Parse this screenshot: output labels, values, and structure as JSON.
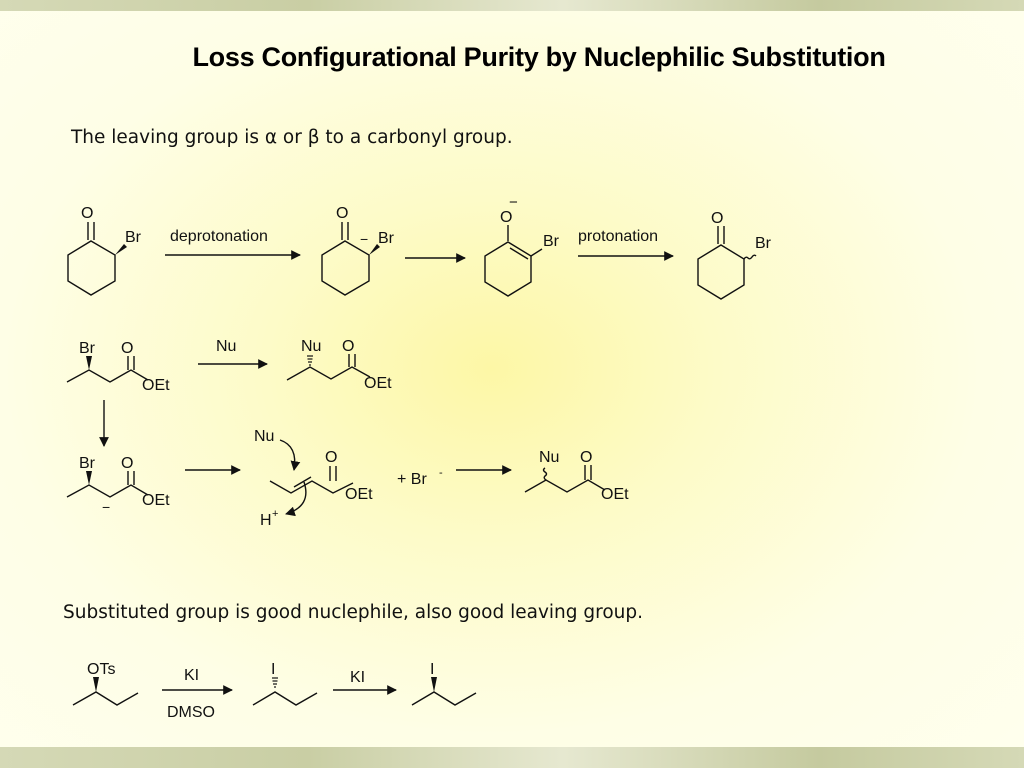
{
  "title": "Loss Configurational Purity by Nuclephilic Substitution",
  "intro": "The leaving group is α or β to a carbonyl group.",
  "note": "Substituted group is good nuclephile, also good leaving group.",
  "scheme1": {
    "sm_o": "O",
    "sm_br": "Br",
    "arrow1": "deprotonation",
    "enol_o": "O",
    "enol_br": "Br",
    "enol_minus": "−",
    "enolate_o": "O",
    "enolate_minus": "−",
    "enolate_br": "Br",
    "arrow3": "protonation",
    "prod_o": "O",
    "prod_br": "Br"
  },
  "scheme2": {
    "sm_br": "Br",
    "sm_o": "O",
    "sm_oet": "OEt",
    "nu_reagent": "Nu",
    "prod_nu": "Nu",
    "prod_o": "O",
    "prod_oet": "OEt"
  },
  "scheme3": {
    "anion_br": "Br",
    "anion_o": "O",
    "anion_oet": "OEt",
    "anion_minus": "−",
    "nu_label": "Nu",
    "alkene_o": "O",
    "alkene_oet": "OEt",
    "h_label": "H",
    "plus_br": "+  Br",
    "br_charge": "-",
    "prod_nu": "Nu",
    "prod_o": "O",
    "prod_oet": "OEt"
  },
  "scheme4": {
    "sm_ots": "OTs",
    "reagent1": "KI",
    "solvent1": "DMSO",
    "int_i": "I",
    "reagent2": "KI",
    "prod_i": "I"
  }
}
